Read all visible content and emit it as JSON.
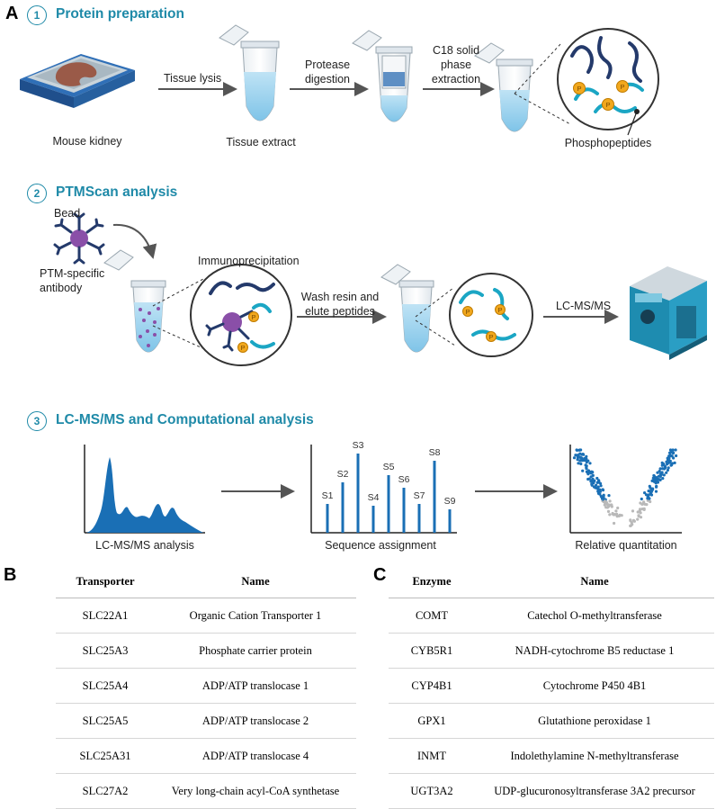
{
  "panels": {
    "a": "A",
    "b": "B",
    "c": "C"
  },
  "steps": [
    {
      "num": "1",
      "title": "Protein preparation"
    },
    {
      "num": "2",
      "title": "PTMScan analysis"
    },
    {
      "num": "3",
      "title": "LC-MS/MS and Computational analysis"
    }
  ],
  "step1": {
    "mouse_kidney": "Mouse kidney",
    "tissue_lysis": "Tissue lysis",
    "tissue_extract": "Tissue extract",
    "protease_l1": "Protease",
    "protease_l2": "digestion",
    "c18_l1": "C18 solid",
    "c18_l2": "phase",
    "c18_l3": "extraction",
    "phosphopeptides": "Phosphopeptides",
    "p": "P"
  },
  "step2": {
    "bead": "Bead",
    "antibody_l1": "PTM-specific",
    "antibody_l2": "antibody",
    "immuno": "Immunoprecipitation",
    "wash_l1": "Wash resin and",
    "wash_l2": "elute peptides",
    "lcms": "LC-MS/MS"
  },
  "step3": {
    "lcms_analysis": "LC-MS/MS analysis",
    "sequence": "Sequence assignment",
    "relative": "Relative quantitation",
    "peaks": [
      "S1",
      "S2",
      "S3",
      "S4",
      "S5",
      "S6",
      "S7",
      "S8",
      "S9"
    ]
  },
  "colors": {
    "teal": "#1f8aa8",
    "blue": "#1a6fb5",
    "orange": "#f2a81d",
    "navy": "#243a6b"
  },
  "table_b": {
    "headers": [
      "Transporter",
      "Name"
    ],
    "rows": [
      [
        "SLC22A1",
        "Organic Cation Transporter 1"
      ],
      [
        "SLC25A3",
        "Phosphate carrier protein"
      ],
      [
        "SLC25A4",
        "ADP/ATP translocase 1"
      ],
      [
        "SLC25A5",
        "ADP/ATP translocase 2"
      ],
      [
        "SLC25A31",
        "ADP/ATP translocase 4"
      ],
      [
        "SLC27A2",
        "Very long-chain acyl-CoA synthetase"
      ]
    ]
  },
  "table_c": {
    "headers": [
      "Enzyme",
      "Name"
    ],
    "rows": [
      [
        "COMT",
        "Catechol O-methyltransferase"
      ],
      [
        "CYB5R1",
        "NADH-cytochrome B5 reductase 1"
      ],
      [
        "CYP4B1",
        "Cytochrome P450 4B1"
      ],
      [
        "GPX1",
        "Glutathione peroxidase 1"
      ],
      [
        "INMT",
        "Indolethylamine N-methyltransferase"
      ],
      [
        "UGT3A2",
        "UDP-glucuronosyltransferase 3A2 precursor"
      ]
    ]
  }
}
